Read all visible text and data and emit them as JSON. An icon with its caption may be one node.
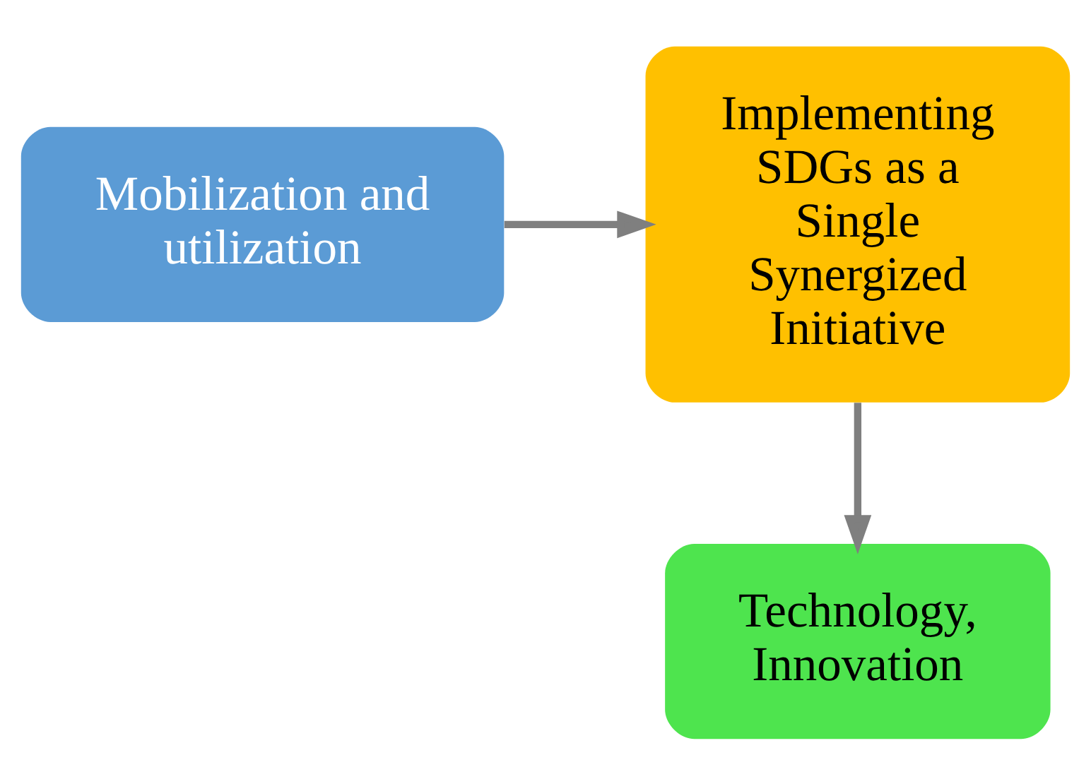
{
  "diagram": {
    "nodes": [
      {
        "text": [
          "Mobilization and utilization"
        ]
      },
      {
        "text": [
          "Implementing SDGs as a Single Synergized Initiative"
        ]
      },
      {
        "text": [
          "Technology, Innovation"
        ]
      }
    ],
    "edges": [
      {
        "from": 0,
        "to": 1,
        "arrow": "to"
      },
      {
        "from": 1,
        "to": 2,
        "arrow": "to"
      }
    ]
  }
}
